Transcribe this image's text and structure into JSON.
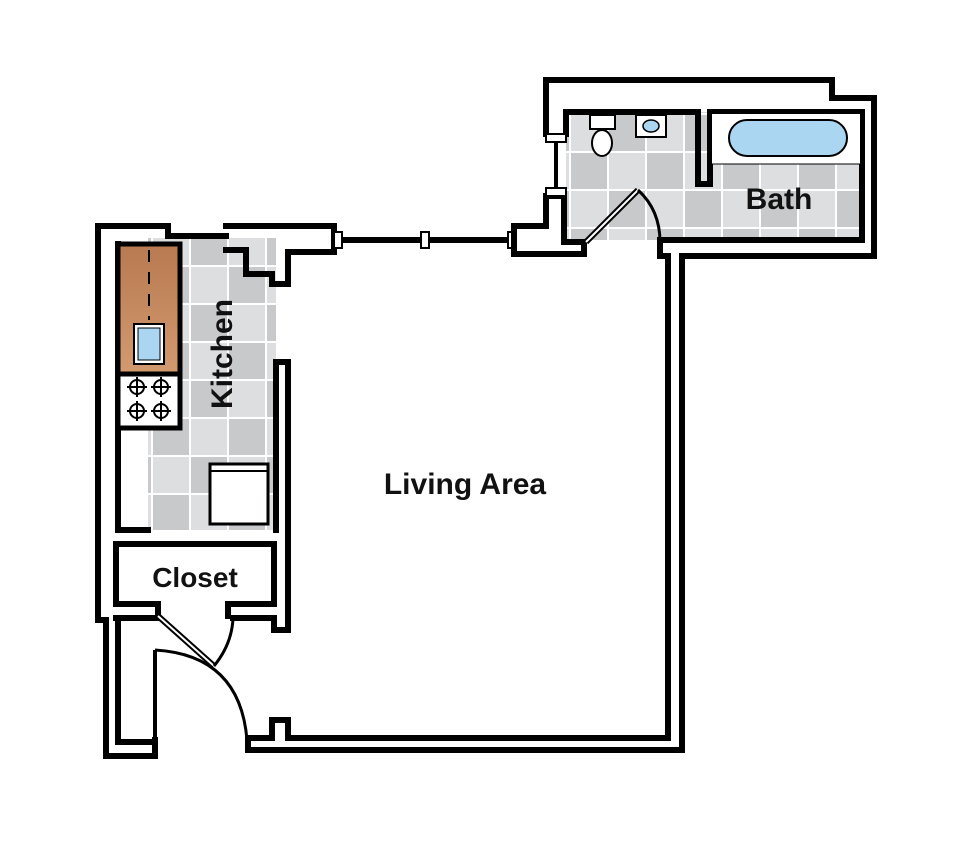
{
  "floorplan": {
    "rooms": {
      "living": {
        "label": "Living Area"
      },
      "kitchen": {
        "label": "Kitchen"
      },
      "bath": {
        "label": "Bath"
      },
      "closet": {
        "label": "Closet"
      }
    },
    "fixtures": {
      "counter": "counter",
      "sink": "sink",
      "stove": "stove",
      "refrigerator": "refrigerator",
      "toilet": "toilet",
      "vanity": "vanity",
      "bathtub": "bathtub"
    },
    "colors": {
      "wall": "#000000",
      "tile_light": "#dcdee0",
      "tile_dark": "#c8c9cb",
      "tile_grout": "#ffffff",
      "counter": "#c8875a",
      "water": "#aad6f2",
      "background": "#ffffff"
    }
  }
}
